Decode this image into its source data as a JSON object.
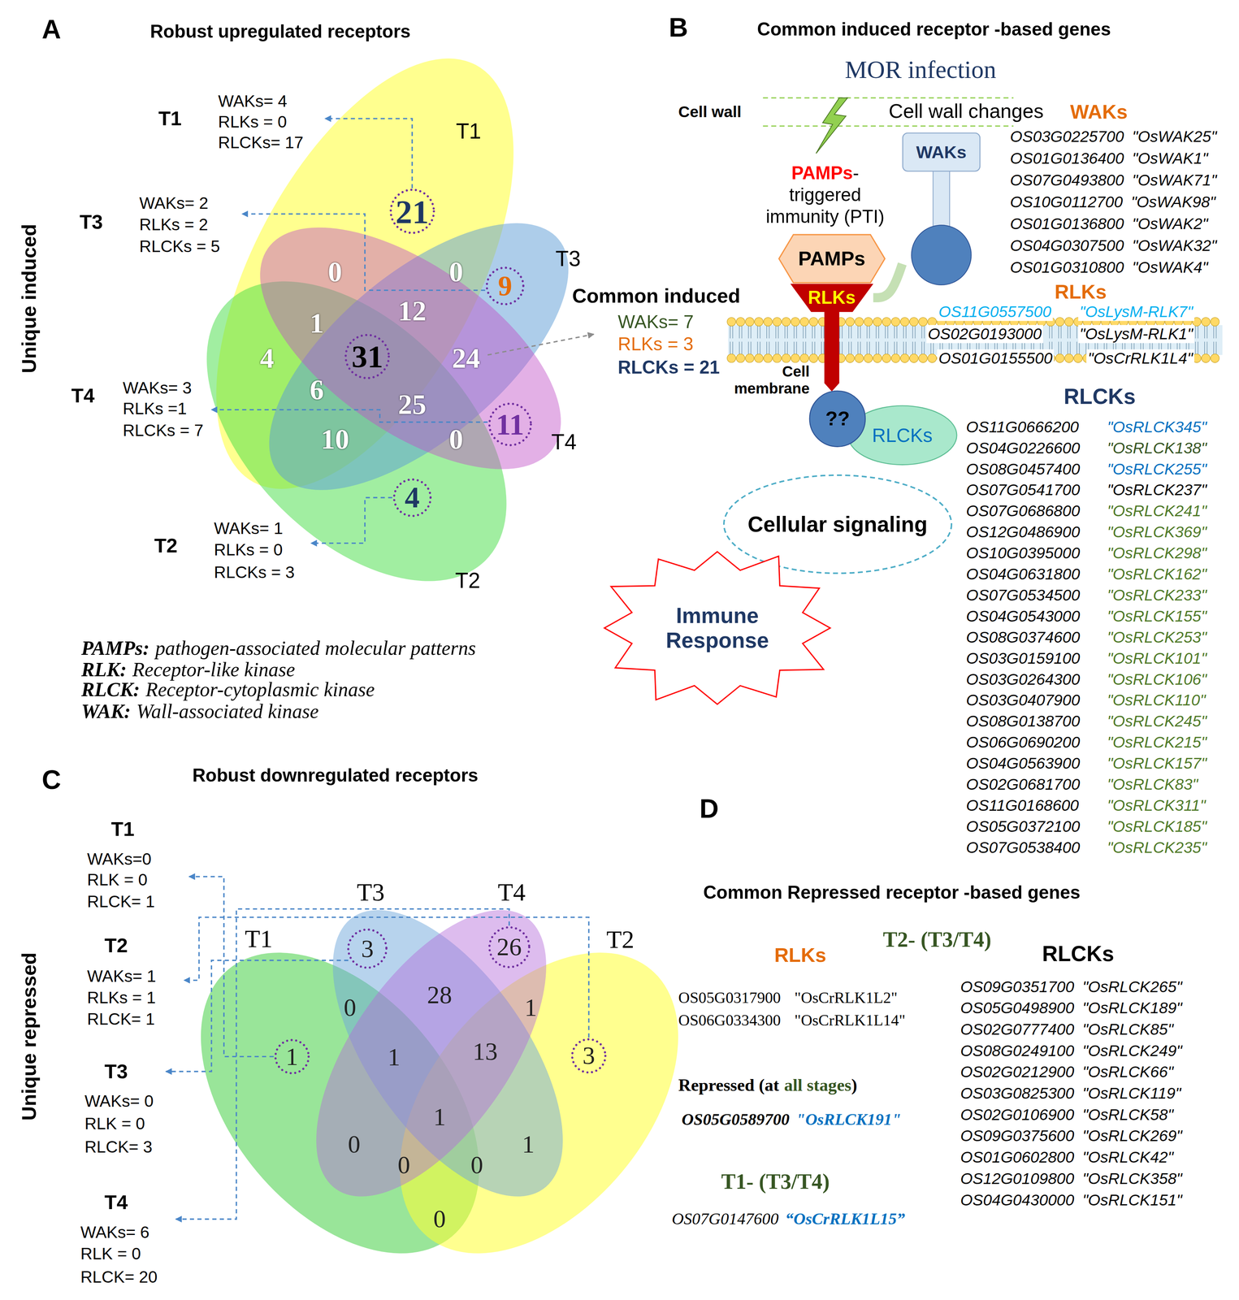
{
  "diagram": {
    "nodes": [
      {
        "text": [
          "21"
        ]
      },
      {
        "text": [
          "9"
        ]
      },
      {
        "text": [
          "31"
        ]
      },
      {
        "text": [
          "11"
        ]
      },
      {
        "text": [
          "4"
        ]
      },
      {
        "text": [
          "PAMPs"
        ]
      },
      {
        "text": [
          "WAKs"
        ]
      },
      {
        "text": [
          "RLKs"
        ]
      },
      {
        "text": [
          "??"
        ]
      },
      {
        "text": [
          "RLCKs"
        ]
      },
      {
        "text": [
          "Cellular signaling"
        ]
      },
      {
        "text": [
          "Immune Response"
        ]
      },
      {
        "text": [
          "3"
        ]
      },
      {
        "text": [
          "26"
        ]
      },
      {
        "text": [
          "1"
        ]
      },
      {
        "text": [
          "3"
        ]
      }
    ],
    "edges": [
      {
        "from": 7,
        "to": 6,
        "arrow": "none"
      }
    ],
    "labels": [
      "A",
      "Robust upregulated receptors",
      "Unique induced",
      "T1",
      "WAKs= 4",
      "RLKs = 0",
      "RLCKs= 17",
      "T1",
      "T3",
      "WAKs= 2",
      "RLKs = 2",
      "RLCKs = 5",
      "T3",
      "0",
      "0",
      "12",
      "1",
      "4",
      "24",
      "6",
      "25",
      "T4",
      "WAKs= 3",
      "RLKs =1",
      "RLCKs = 7",
      "10",
      "0",
      "T4",
      "T2",
      "WAKs= 1",
      "RLKs = 0",
      "RLCKs = 3",
      "T2",
      "Common induced",
      "WAKs= 7",
      "RLKs = 3",
      "RLCKs = 21",
      "PAMPs:",
      "pathogen-associated molecular patterns",
      "RLK:",
      "Receptor-like kinase",
      "RLCK:",
      "Receptor-cytoplasmic kinase",
      "WAK:",
      "Wall-associated kinase",
      "B",
      "Common induced receptor -based genes",
      "MOR infection",
      "Cell wall",
      "Cell wall changes",
      "WAKs",
      "OS03G0225700",
      "\"OsWAK25\"",
      "OS01G0136400",
      "\"OsWAK1\"",
      "OS07G0493800",
      "\"OsWAK71\"",
      "OS10G0112700",
      "\"OsWAK98\"",
      "OS01G0136800",
      "\"OsWAK2\"",
      "OS04G0307500",
      "\"OsWAK32\"",
      "OS01G0310800",
      "\"OsWAK4\"",
      "PAMPs",
      "-triggered immunity (PTI)",
      "RLKs",
      "OS11G0557500",
      "\"OsLysM-RLK7\"",
      "OS02G0193000",
      "\"OsLysM-RLK1\"",
      "OS01G0155500",
      "\"OsCrRLK1L4\"",
      "Cell membrane",
      "RLCKs",
      "OS11G0666200",
      "\"OsRLCK345\"",
      "OS04G0226600",
      "\"OsRLCK138\"",
      "OS08G0457400",
      "\"OsRLCK255\"",
      "OS07G0541700",
      "\"OsRLCK237\"",
      "OS07G0686800",
      "\"OsRLCK241\"",
      "OS12G0486900",
      "\"OsRLCK369\"",
      "OS10G0395000",
      "\"OsRLCK298\"",
      "OS04G0631800",
      "\"OsRLCK162\"",
      "OS07G0534500",
      "\"OsRLCK233\"",
      "OS04G0543000",
      "\"OsRLCK155\"",
      "OS08G0374600",
      "\"OsRLCK253\"",
      "OS03G0159100",
      "\"OsRLCK101\"",
      "OS03G0264300",
      "\"OsRLCK106\"",
      "OS03G0407900",
      "\"OsRLCK110\"",
      "OS08G0138700",
      "\"OsRLCK245\"",
      "OS06G0690200",
      "\"OsRLCK215\"",
      "OS04G0563900",
      "\"OsRLCK157\"",
      "OS02G0681700",
      "\"OsRLCK83\"",
      "OS11G0168600",
      "\"OsRLCK311\"",
      "OS05G0372100",
      "\"OsRLCK185\"",
      "OS07G0538400",
      "\"OsRLCK235\"",
      "C",
      "Robust downregulated receptors",
      "Unique repressed",
      "T1",
      "WAKs=0",
      "RLK = 0",
      "RLCK= 1",
      "T2",
      "WAKs= 1",
      "RLKs = 1",
      "RLCK= 1",
      "T3",
      "WAKs= 0",
      "RLK = 0",
      "RLCK= 3",
      "T4",
      "WAKs= 6",
      "RLK = 0",
      "RLCK= 20",
      "T3",
      "T4",
      "T1",
      "T2",
      "0",
      "28",
      "1",
      "1",
      "13",
      "1",
      "0",
      "1",
      "0",
      "0",
      "0",
      "D",
      "Common Repressed receptor -based genes",
      "T2- (T3/T4)",
      "RLKs",
      "RLCKs",
      "OS05G0317900",
      "\"OsCrRLK1L2\"",
      "OS06G0334300",
      "\"OsCrRLK1L14\"",
      "Repressed (at",
      "all stages",
      ")",
      "OS05G0589700",
      "\"OsRLCK191\"",
      "T1- (T3/T4)",
      "OS07G0147600",
      "“OsCrRLK1L15”",
      "OS09G0351700",
      "\"OsRLCK265\"",
      "OS05G0498900",
      "\"OsRLCK189\"",
      "OS02G0777400",
      "\"OsRLCK85\"",
      "OS08G0249100",
      "\"OsRLCK249\"",
      "OS02G0212900",
      "\"OsRLCK66\"",
      "OS03G0825300",
      "\"OsRLCK119\"",
      "OS02G0106900",
      "\"OsRLCK58\"",
      "OS09G0375600",
      "\"OsRLCK269\"",
      "OS01G0602800",
      "\"OsRLCK42\"",
      "OS12G0109800",
      "\"OsRLCK358\"",
      "OS04G0430000",
      "\"OsRLCK151\""
    ]
  }
}
